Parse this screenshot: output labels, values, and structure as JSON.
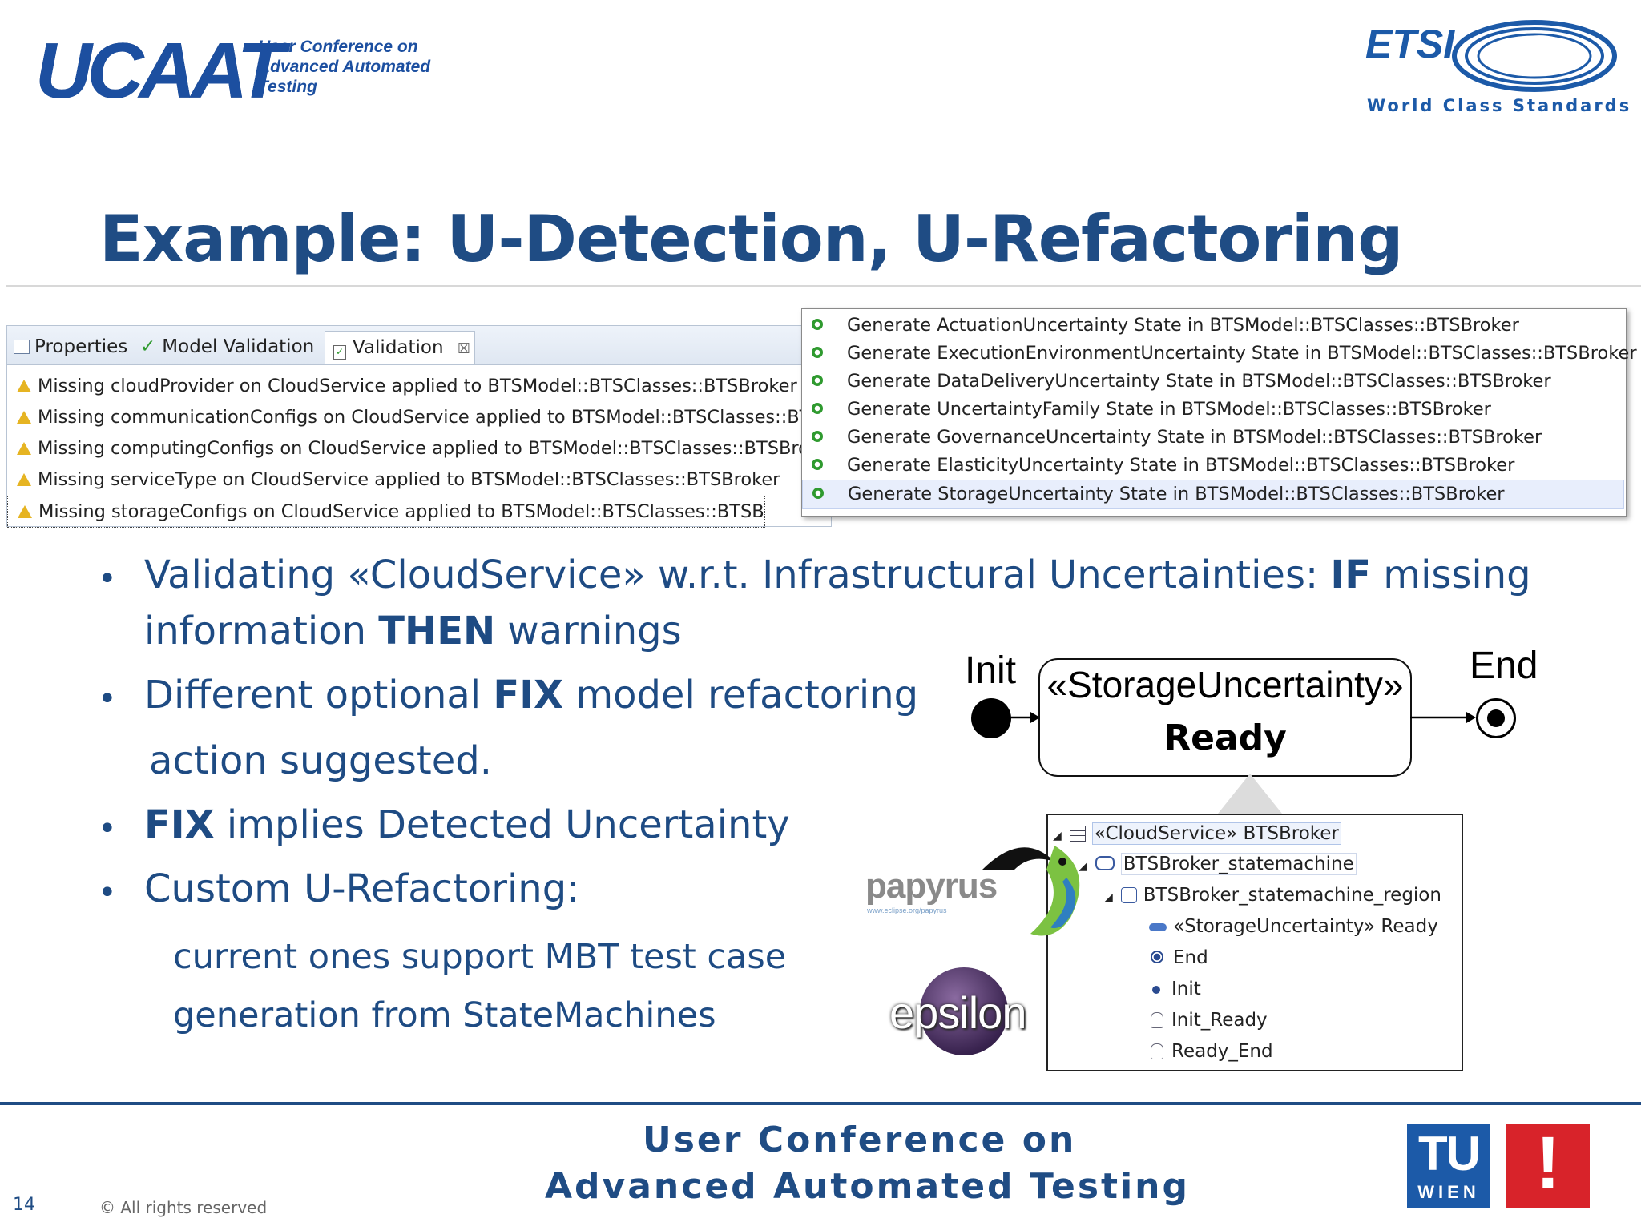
{
  "header": {
    "ucaat_logo_text": "UCAAT",
    "ucaat_sub_line1": "User Conference on",
    "ucaat_sub_line2": "Advanced Automated Testing",
    "etsi_logo_text": "ETSI",
    "etsi_tagline": "World Class Standards"
  },
  "slide": {
    "title": "Example: U-Detection, U-Refactoring"
  },
  "eclipse": {
    "tabs": [
      {
        "label": "Properties"
      },
      {
        "label": "Model Validation"
      },
      {
        "label": "Validation"
      }
    ],
    "close_glyph": "☒",
    "warnings": [
      "Missing cloudProvider on CloudService applied to BTSModel::BTSClasses::BTSBroker",
      "Missing communicationConfigs on CloudService applied to BTSModel::BTSClasses::BTSBro",
      "Missing computingConfigs on CloudService applied to BTSModel::BTSClasses::BTSBroker",
      "Missing serviceType on CloudService applied to BTSModel::BTSClasses::BTSBroker",
      "Missing storageConfigs on CloudService applied to BTSModel::BTSClasses::BTSBroker"
    ]
  },
  "quickfix": {
    "items": [
      "Generate ActuationUncertainty State in BTSModel::BTSClasses::BTSBroker",
      "Generate ExecutionEnvironmentUncertainty State in BTSModel::BTSClasses::BTSBroker",
      "Generate DataDeliveryUncertainty State in BTSModel::BTSClasses::BTSBroker",
      "Generate UncertaintyFamily State in BTSModel::BTSClasses::BTSBroker",
      "Generate GovernanceUncertainty State in BTSModel::BTSClasses::BTSBroker",
      "Generate ElasticityUncertainty State in BTSModel::BTSClasses::BTSBroker",
      "Generate StorageUncertainty State in BTSModel::BTSClasses::BTSBroker"
    ]
  },
  "bullets": {
    "b1_pre": "Validating «CloudService» w.r.t. Infrastructural Uncertainties: ",
    "b1_if": "IF",
    "b1_mid": " missing",
    "b1_line2_pre": "information ",
    "b1_then": "THEN",
    "b1_line2_post": " warnings",
    "b2_pre": "Different optional ",
    "b2_fix": "FIX",
    "b2_post": " model refactoring",
    "b2_line2": "action suggested.",
    "b3_fix": "FIX",
    "b3_post": " implies Detected Uncertainty",
    "b4": "Custom U-Refactoring:",
    "b4_sub1": "current ones support MBT test case",
    "b4_sub2": "generation from StateMachines"
  },
  "state_diagram": {
    "init_label": "Init",
    "end_label": "End",
    "state_stereotype": "«StorageUncertainty»",
    "state_name": "Ready"
  },
  "tree": {
    "nodes": [
      "«CloudService» BTSBroker",
      "BTSBroker_statemachine",
      "BTSBroker_statemachine_region",
      "«StorageUncertainty» Ready",
      "End",
      "Init",
      "Init_Ready",
      "Ready_End"
    ]
  },
  "logos": {
    "papyrus_text": "papyrus",
    "papyrus_url": "www.eclipse.org/papyrus",
    "epsilon_text": "epsilon",
    "tu_text": "TU",
    "wien_text": "WIEN",
    "exclaim": "!"
  },
  "footer": {
    "line1": "User Conference on",
    "line2": "Advanced Automated Testing",
    "page_number": "14",
    "copyright": "© All rights reserved"
  },
  "colors": {
    "title_blue": "#1f4c84",
    "ucaat_blue": "#1c4fa0",
    "warning_yellow": "#e6b422",
    "tu_blue": "#1c5aa8",
    "tu_red": "#d8232a"
  }
}
